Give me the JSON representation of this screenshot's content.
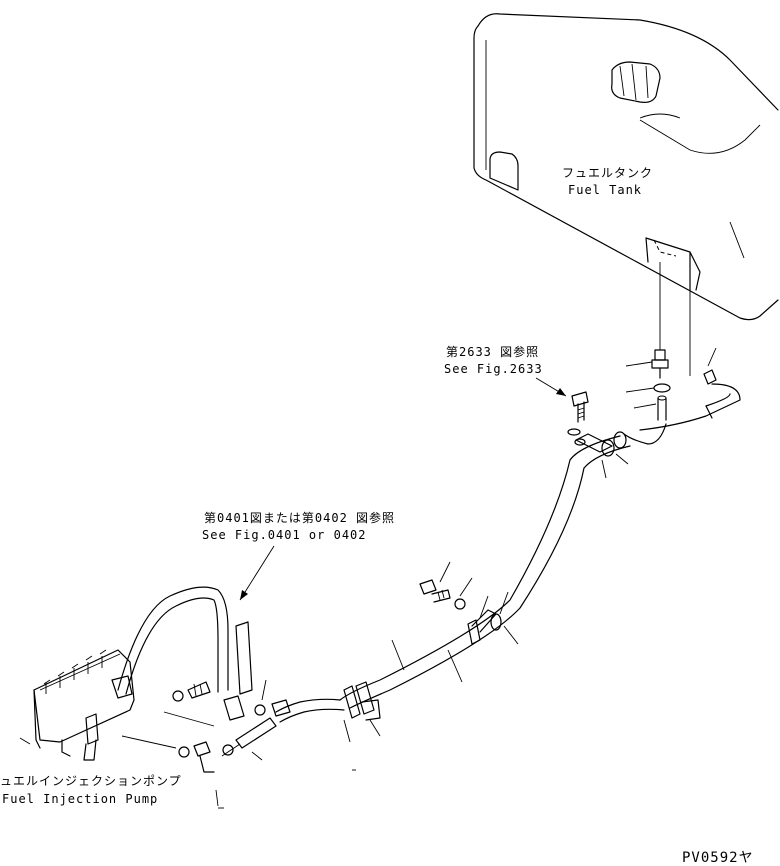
{
  "labels": {
    "fuel_tank_jp": "フュエルタンク",
    "fuel_tank_en": "Fuel Tank",
    "ref_2633_jp": "第2633 図参照",
    "ref_2633_en": "See Fig.2633",
    "ref_0401_jp": "第0401図または第0402 図参照",
    "ref_0401_en": "See Fig.0401 or 0402",
    "pump_jp": "ュエルインジェクションポンプ",
    "pump_en": "Fuel Injection Pump",
    "drawing_code": "PV0592ヤ"
  }
}
